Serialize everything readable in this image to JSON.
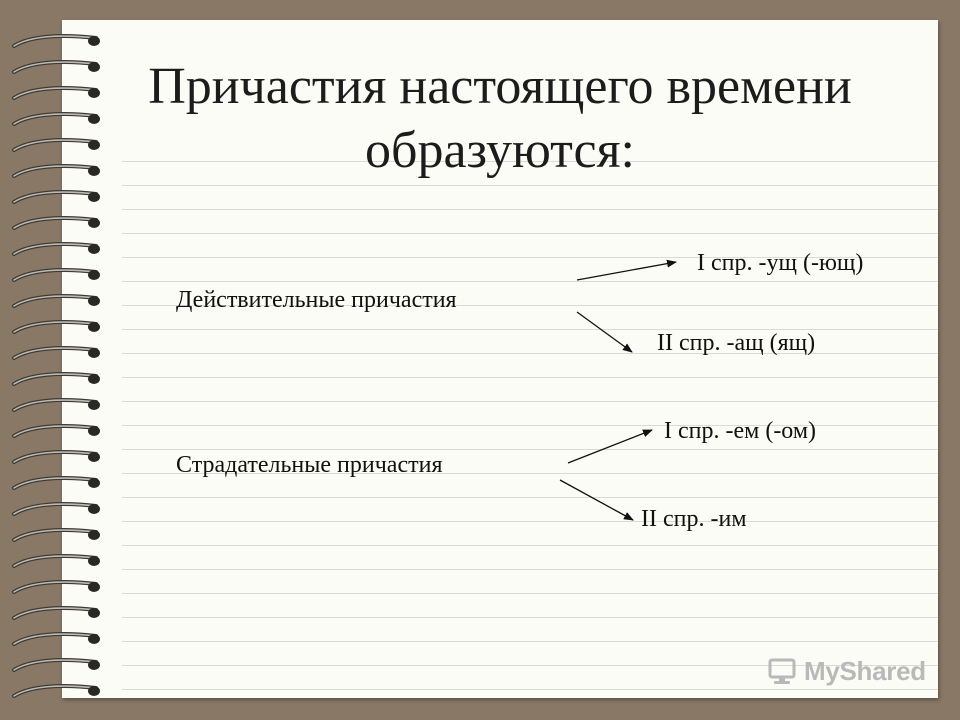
{
  "title": {
    "line1": "Причастия настоящего времени",
    "line2": "образуются:"
  },
  "diagram": {
    "active": {
      "label": "Действительные причастия",
      "branches": [
        "I спр. -ущ (-ющ)",
        "II спр. -ащ (ящ)"
      ]
    },
    "passive": {
      "label": "Страдательные причастия",
      "branches": [
        "I спр. -ем (-ом)",
        "II спр. -им"
      ]
    }
  },
  "watermark": {
    "text": "MyShared"
  },
  "colors": {
    "background": "#8a7866",
    "paper": "#fcfcf6",
    "rule": "#d8dcd8",
    "text": "#111111"
  }
}
